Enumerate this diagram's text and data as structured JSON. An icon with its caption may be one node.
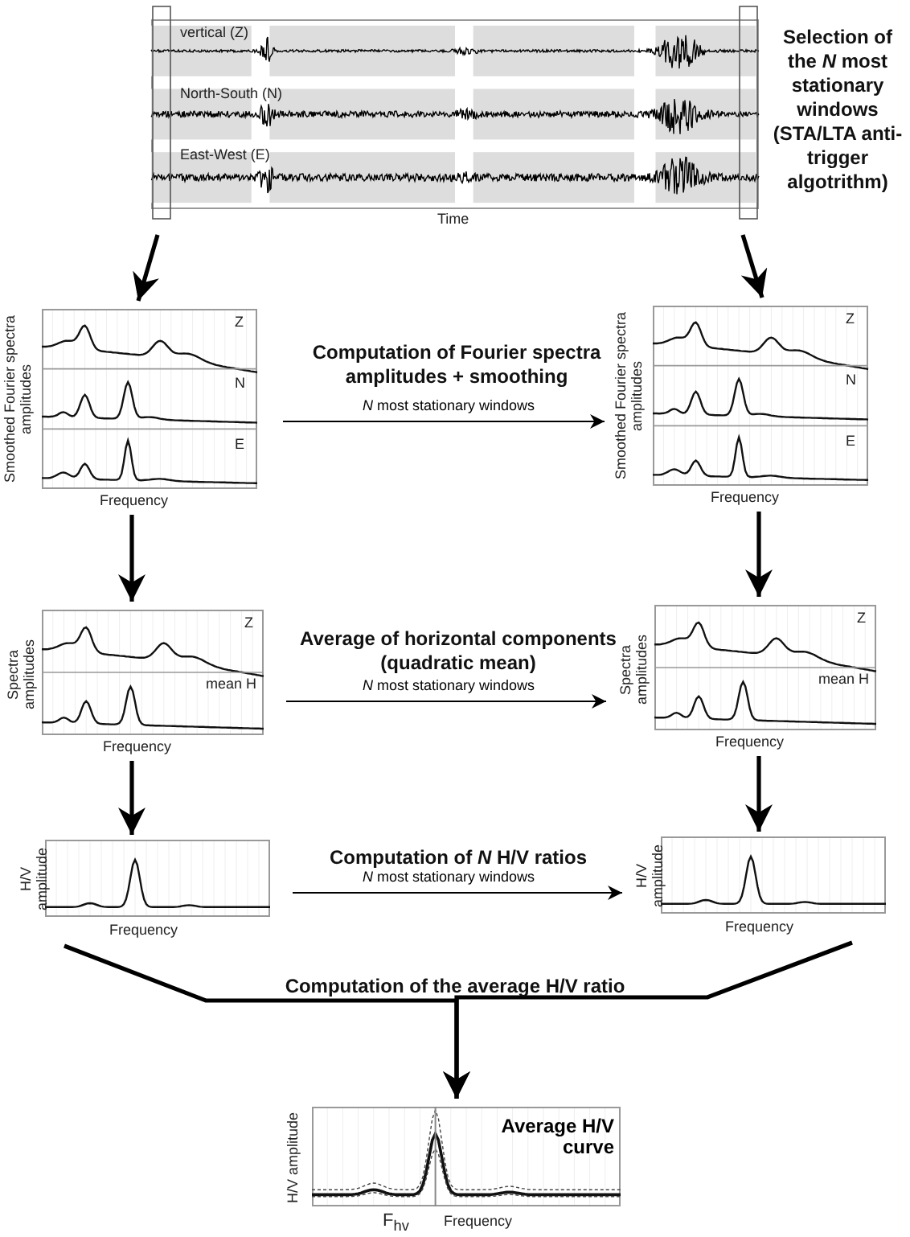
{
  "diagram": {
    "nodes": [
      {
        "text": [
          "vertical (Z)",
          "North-South (N)",
          "East-West (E)",
          "Time"
        ],
        "beside": [
          "Selection of the *N* most stationary windows (STA/LTA anti-trigger algotrithm)"
        ]
      },
      {
        "text": [
          "Smoothed Fourier spectra amplitudes",
          "Z",
          "N",
          "E",
          "Frequency"
        ]
      },
      {
        "text": [
          "Smoothed Fourier spectra amplitudes",
          "Z",
          "N",
          "E",
          "Frequency"
        ]
      },
      {
        "text": [
          "Spectra amplitudes",
          "Z",
          "mean H",
          "Frequency"
        ]
      },
      {
        "text": [
          "Spectra amplitudes",
          "Z",
          "mean H",
          "Frequency"
        ]
      },
      {
        "text": [
          "H/V amplitude",
          "Frequency"
        ]
      },
      {
        "text": [
          "H/V amplitude",
          "Frequency"
        ]
      },
      {
        "text": [
          "H/V amplitude",
          "Average H/V curve",
          "F$_{hv}$",
          "Frequency"
        ]
      }
    ],
    "edges": [
      {
        "from": 0,
        "to": 1,
        "arrow": "to"
      },
      {
        "from": 0,
        "to": 2,
        "arrow": "to"
      },
      {
        "from": 1,
        "to": 2,
        "arrow": "to",
        "label": "*N* most stationary windows"
      },
      {
        "from": 1,
        "to": 3,
        "arrow": "to"
      },
      {
        "from": 2,
        "to": 4,
        "arrow": "to"
      },
      {
        "from": 3,
        "to": 4,
        "arrow": "to",
        "label": "*N* most stationary windows"
      },
      {
        "from": 3,
        "to": 5,
        "arrow": "to"
      },
      {
        "from": 4,
        "to": 6,
        "arrow": "to"
      },
      {
        "from": 5,
        "to": 6,
        "arrow": "to",
        "label": "*N* most stationary windows"
      },
      {
        "from": 5,
        "to": 7,
        "arrow": "to"
      },
      {
        "from": 6,
        "to": 7,
        "arrow": "to"
      }
    ],
    "labels": [
      "Computation of Fourier spectra amplitudes + smoothing",
      "Average of horizontal components (quadratic mean)",
      "Computation of *N* H/V ratios",
      "Computation of the average H/V ratio"
    ]
  }
}
